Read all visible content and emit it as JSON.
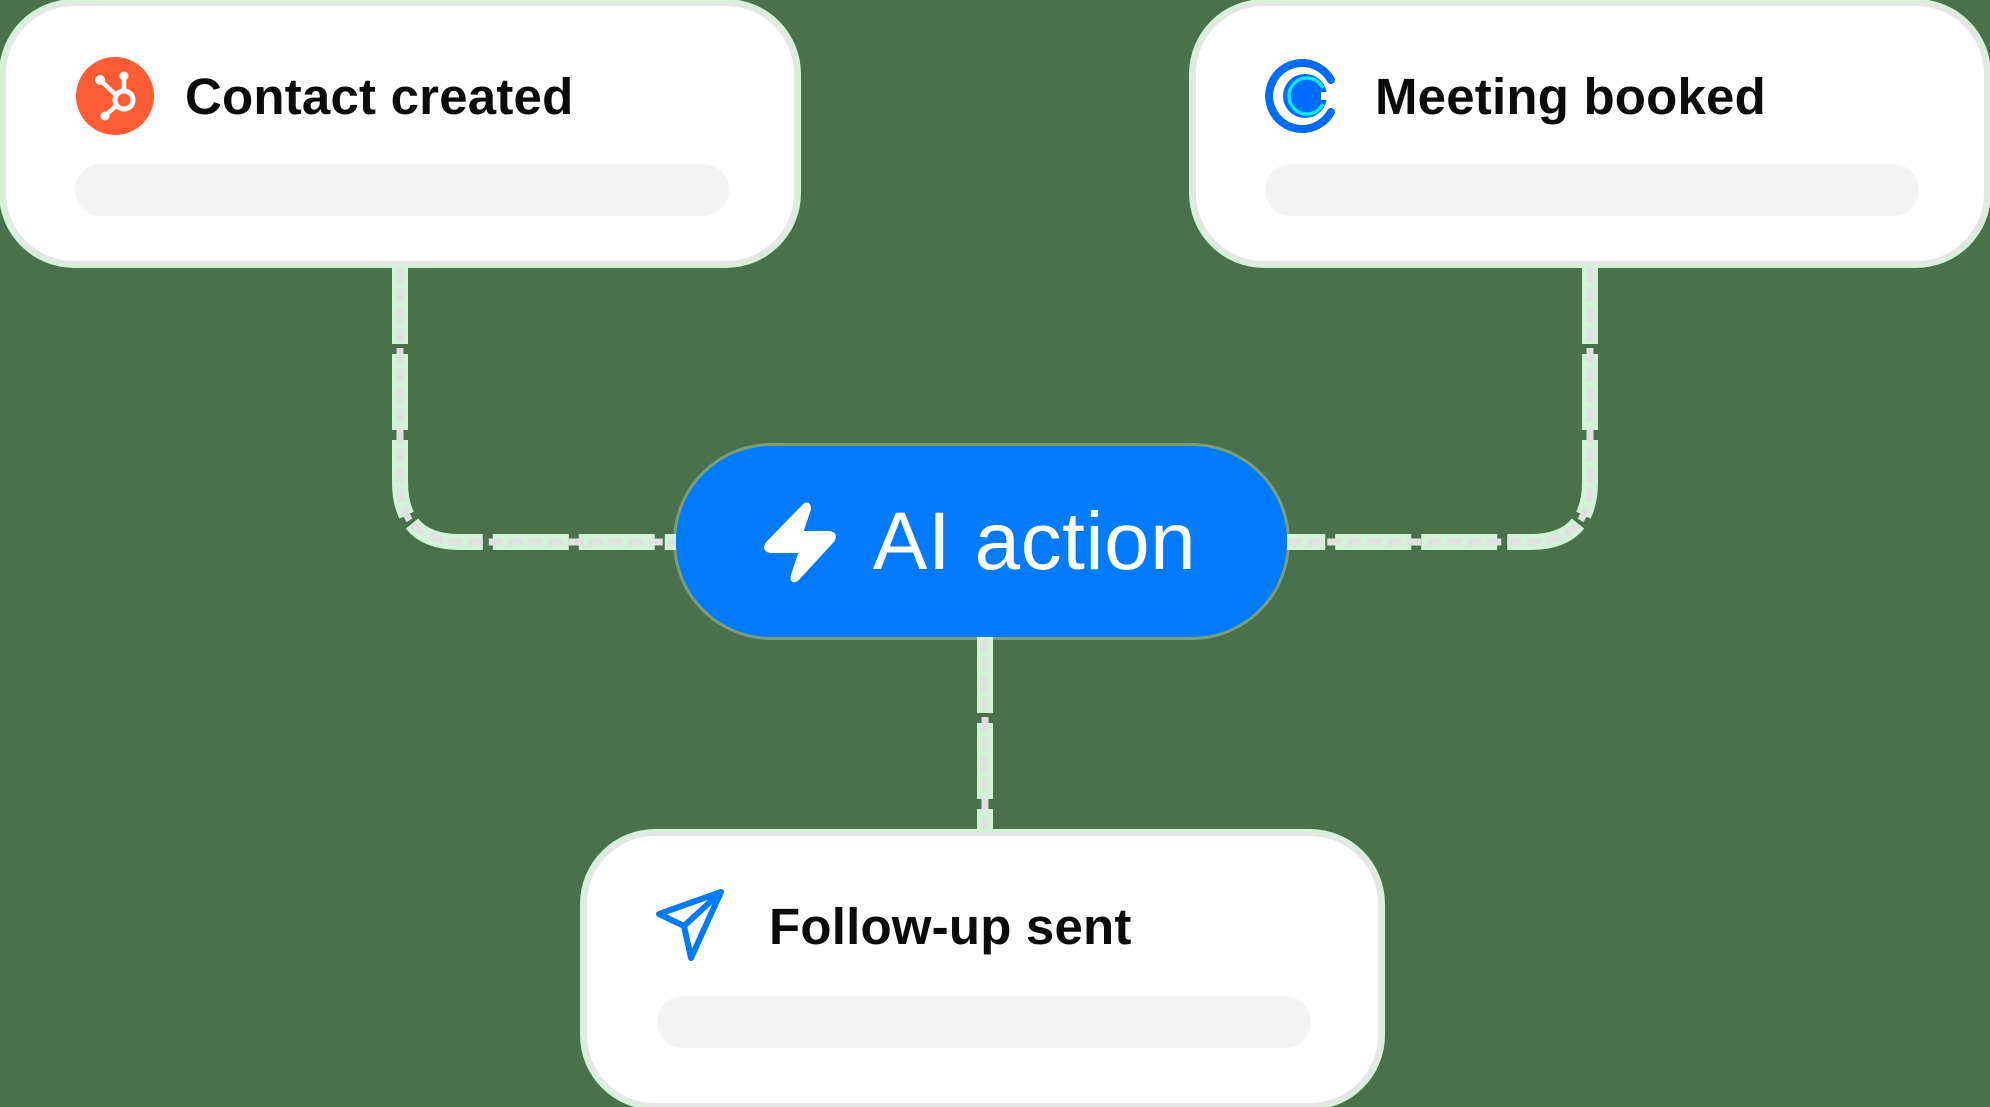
{
  "diagram": {
    "theme": {
      "background": "#4a704c",
      "card_background": "#ffffff",
      "card_border": "#e6e6e6",
      "placeholder": "#f4f4f4",
      "accent": "#007bff",
      "connector": "#e0e0e0",
      "connector_halo": "#d2f3d6"
    },
    "triggers": [
      {
        "id": "contact-created",
        "label": "Contact created",
        "icon": "hubspot-icon",
        "icon_color": "#ff5c35"
      },
      {
        "id": "meeting-booked",
        "label": "Meeting booked",
        "icon": "calendly-icon",
        "icon_color": "#006bff"
      }
    ],
    "action": {
      "label": "AI action",
      "icon": "lightning-bolt-icon",
      "color": "#007bff"
    },
    "output": {
      "id": "follow-up-sent",
      "label": "Follow-up sent",
      "icon": "paper-plane-send-icon",
      "icon_color": "#007bff"
    },
    "edges": [
      {
        "from": "contact-created",
        "to": "AI action"
      },
      {
        "from": "meeting-booked",
        "to": "AI action"
      },
      {
        "from": "AI action",
        "to": "follow-up-sent"
      }
    ]
  }
}
